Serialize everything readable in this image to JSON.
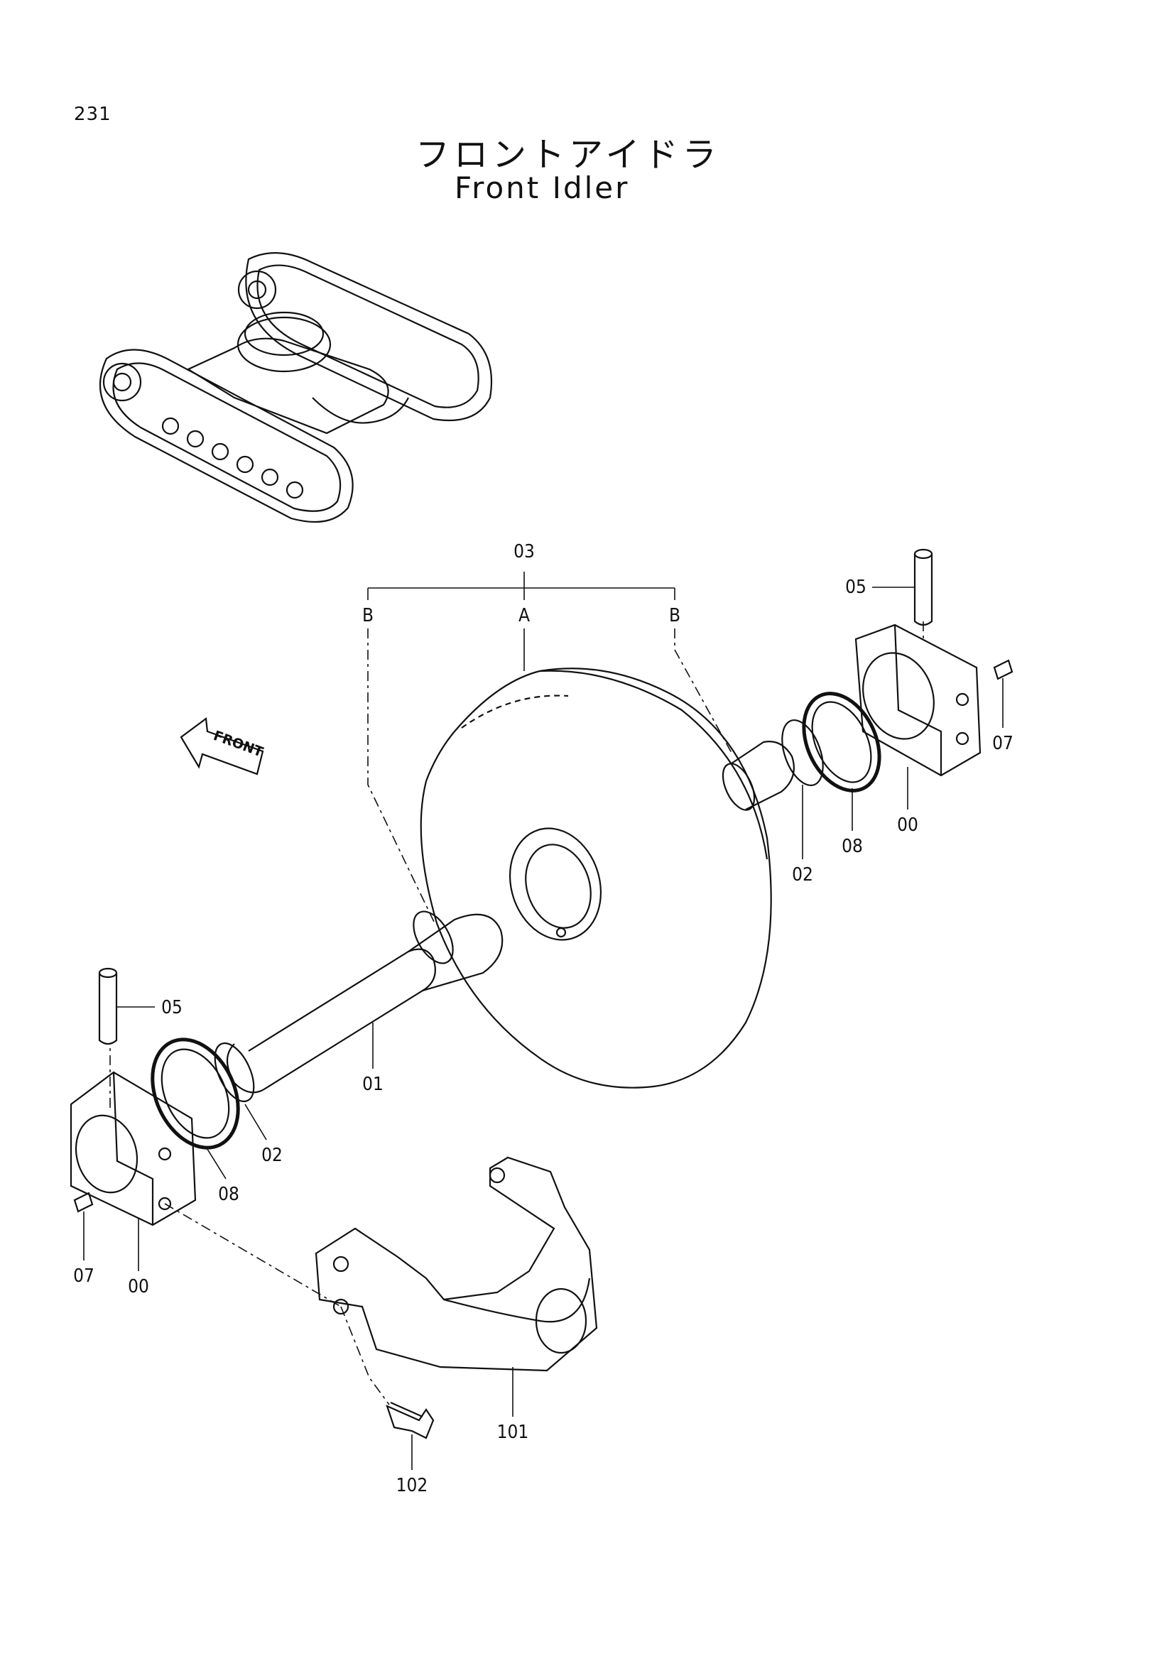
{
  "page": {
    "number": "231"
  },
  "title": {
    "japanese": "フロントアイドラ",
    "english": "Front Idler"
  },
  "arrow": {
    "text": "FRONT"
  },
  "callouts": {
    "c03": "03",
    "cA": "A",
    "cB_left": "B",
    "cB_right": "B",
    "c05_right": "05",
    "c07_right": "07",
    "c00_right": "00",
    "c08_right": "08",
    "c02_right": "02",
    "c05_left": "05",
    "c01": "01",
    "c02_left": "02",
    "c08_left": "08",
    "c07_left": "07",
    "c00_left": "00",
    "c101": "101",
    "c102": "102"
  },
  "icons": [
    "front-direction-arrow-icon"
  ]
}
